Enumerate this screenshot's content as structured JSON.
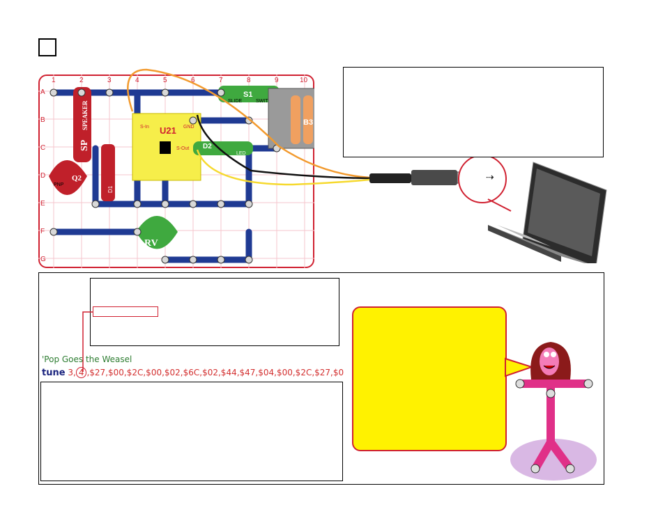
{
  "page": {
    "step_box_label": ""
  },
  "circuit": {
    "column_numbers": [
      "1",
      "2",
      "3",
      "4",
      "5",
      "6",
      "7",
      "8",
      "9",
      "10"
    ],
    "row_letters": [
      "A",
      "B",
      "C",
      "D",
      "E",
      "F",
      "G"
    ],
    "labels": {
      "speaker": "SPEAKER",
      "sp": "SP",
      "q2": "Q2",
      "pnp": "PNP",
      "d1": "D1",
      "u21": "U21",
      "s_in": "S-In",
      "gnd": "GND",
      "s_out": "S-Out",
      "d2": "D2",
      "led": "LED",
      "s1": "S1",
      "slide": "SLIDE",
      "switch": "SWITCH",
      "b3": "B3",
      "rv": "RV"
    }
  },
  "code": {
    "comment": "'Pop Goes the Weasel",
    "keyword": "tune",
    "args_prefix": "3,",
    "args_highlight": "4",
    "args_rest": ",$27,$00,$2C,$00,$02,$6C,$02,$44,$47,$04,$00,$2C,$27,$0"
  },
  "colors": {
    "accent_red": "#d02030",
    "snap_blue": "#1f3a93",
    "grid_pink": "#f6c6cc",
    "u21_yellow": "#f6ee4a",
    "note_yellow": "#fff200",
    "code_keyword": "#1a237e",
    "code_args": "#d32f2f",
    "code_comment": "#2e7d32"
  },
  "icons": {
    "usb": "usb-icon",
    "laptop": "laptop-icon",
    "mascot": "snappy-mascot-icon"
  }
}
